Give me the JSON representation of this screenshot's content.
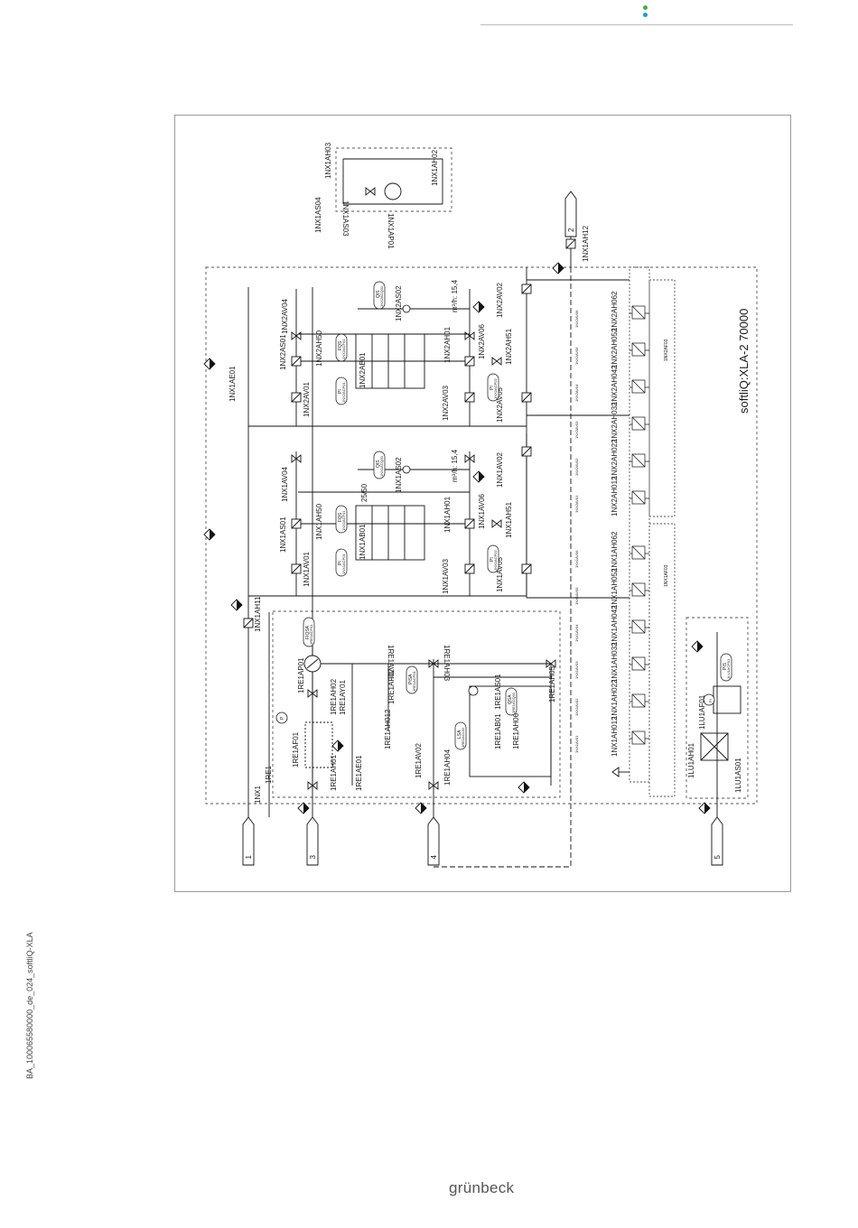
{
  "header": {
    "dot_colors": [
      "#3fae49",
      "#1e9ad6"
    ]
  },
  "footer": {
    "document_id": "BA_100065580000_de_024_softliQ-XLA",
    "brand": "grünbeck"
  },
  "diagram": {
    "title": "softliQ:XLA-2 70000",
    "ports": [
      "1",
      "2",
      "3",
      "4",
      "5"
    ],
    "labels": {
      "nx1ah11": "1NX1AH11",
      "nx1": "1NX1",
      "re1": "1RE1",
      "nx1ae01": "1NX1AE01",
      "nx1as01": "1NX1AS01",
      "nx2as01": "1NX2AS01",
      "nx1as04": "1NX1AS04",
      "nx1ah03": "1NX1AH03",
      "nx1ah02": "1NX1AH02",
      "nx1ap01": "1NX1AP01",
      "nx1as03": "1NX1AS03",
      "nx1ah12": "1NX1AH12",
      "nx1av01": "1NX1AV01",
      "nx1av03": "1NX1AV03",
      "nx1av04": "1NX1AV04",
      "nx1av05": "1NX1AV05",
      "nx1av06": "1NX1AV06",
      "nx1av02": "1NX1AV02",
      "nx1ah50": "1NX1AH50",
      "nx1ah51": "1NX1AH51",
      "nx1ab01": "1NX1AB01",
      "nx1ah01": "1NX1AH01",
      "nx1as02": "1NX1AS02",
      "nx2av01": "1NX2AV01",
      "nx2av03": "1NX2AV03",
      "nx2av04": "1NX2AV04",
      "nx2av05": "1NX2AV05",
      "nx2av06": "1NX2AV06",
      "nx2av02": "1NX2AV02",
      "nx2ah50": "1NX2AH50",
      "nx2ah51": "1NX2AH51",
      "nx2ab01": "1NX2AB01",
      "nx2ah01": "1NX2AH01",
      "nx2as02": "1NX2AS02",
      "flow1": "m³/h: 15,4",
      "flow2": "m³/h: 15,4",
      "dn": "25/50",
      "re1ap01": "1RE1AP01",
      "re1ah02": "1RE1AH02",
      "re1ay01": "1RE1AY01",
      "re1af02": "1RE1AF02",
      "re1af01": "1RE1AF01",
      "re1ae01": "1RE1AE01",
      "re1ah012": "1RE1AH012",
      "re1av01": "1RE1AV01",
      "re1ah03": "1RE1AH03",
      "re1ah01": "1RE1AH01",
      "re1av02": "1RE1AV02",
      "re1ah04": "1RE1AH04",
      "re1ah06": "1RE1AH06",
      "re1as01": "1RE1AS01",
      "re1ab01": "1RE1AB01",
      "re1ah05": "1RE1AH05",
      "lu1ah01": "1LU1AH01",
      "lu1af01": "1LU1AF01",
      "lu1as01": "1LU1AS01",
      "nx1af03": "1NX1AF03",
      "nx2af03": "1NX2AF03"
    },
    "manifold_nx1": [
      "1NX1AH012",
      "1NX1AH022",
      "1NX1AH032",
      "1NX1AH042",
      "1NX1AH052",
      "1NX1AH062"
    ],
    "manifold_nx2": [
      "1NX2AH012",
      "1NX2AH022",
      "1NX2AH032",
      "1NX2AH042",
      "1NX2AH052",
      "1NX2AH062"
    ],
    "manifold_small_nx1": [
      "1NX1AV01",
      "1NX1AV02",
      "1NX1AV03",
      "1NX1AV04",
      "1NX1AV05",
      "1NX1AV06"
    ],
    "manifold_small_nx2": [
      "1NX2AV01",
      "1NX2AV02",
      "1NX2AV03",
      "1NX2AV04",
      "1NX2AV05",
      "1NX2AV06"
    ],
    "instruments": {
      "pi_nx1_a": "PI",
      "pi_nx1_a_id": "1NX1ACP01",
      "pi_nx1_b": "PI",
      "pi_nx1_b_id": "1NX1ACP02",
      "fqs_nx1": "FQS",
      "fqs_nx1_id": "1NX1ACF01",
      "qis_nx1": "QIS",
      "qis_nx1_id": "1NX1ACQ01",
      "pi_nx2_a": "PI",
      "pi_nx2_a_id": "1NX2ACP01",
      "pi_nx2_b": "PI",
      "pi_nx2_b_id": "1NX2ACP02",
      "fqs_nx2": "FQS",
      "fqs_nx2_id": "1NX2ACF01",
      "qis_nx2": "QIS",
      "qis_nx2_id": "1NX2ACQ01",
      "fiqsa": "FIQSA",
      "fiqsa_id": "1RE1ACF01",
      "pisa": "PISA",
      "pisa_id": "1RE1ACP01",
      "lsa": "LSA",
      "lsa_id": "1RE1ACL02",
      "qsa": "QSA",
      "qsa_id": "1RE1ACQ01",
      "pis": "PIS",
      "pis_id": "1LU1ACP01",
      "pi_letter": "PI",
      "p_letter": "P"
    }
  }
}
